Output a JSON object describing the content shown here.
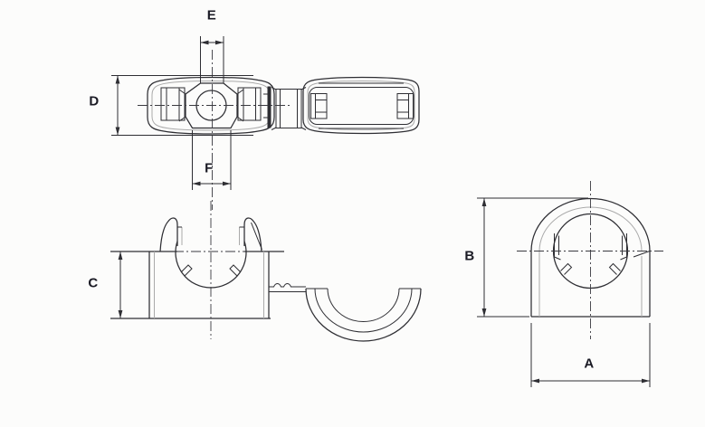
{
  "drawing": {
    "dimension_labels": {
      "e": "E",
      "d": "D",
      "f": "F",
      "c": "C",
      "b": "B",
      "a": "A"
    },
    "colors": {
      "line": "#2e2e33",
      "secondary_line": "#aaaaaa",
      "label_text": "#1a1a24",
      "background": "#fcfcfb"
    }
  }
}
